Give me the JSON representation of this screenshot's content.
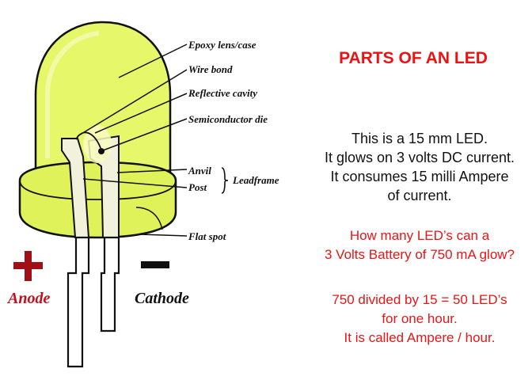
{
  "labels": {
    "epoxy": "Epoxy lens/case",
    "wire_bond": "Wire bond",
    "reflective_cavity": "Reflective cavity",
    "semiconductor_die": "Semiconductor die",
    "anvil": "Anvil",
    "post": "Post",
    "leadframe": "Leadframe",
    "flat_spot": "Flat spot",
    "anode": "Anode",
    "cathode": "Cathode"
  },
  "panel": {
    "title": "PARTS OF AN LED",
    "description": [
      "This is a 15 mm LED.",
      "It glows on 3 volts DC current.",
      "It consumes 15 milli Ampere",
      "of current."
    ],
    "question": [
      "How many LED’s can a",
      "3 Volts Battery of 750 mA glow?"
    ],
    "answer": [
      "750 divided by 15 = 50 LED’s",
      "for one hour.",
      "It is called Ampere / hour."
    ]
  },
  "colors": {
    "lens": "#e4f56a",
    "text_red": "#e81515",
    "plus_red": "#a01016"
  }
}
